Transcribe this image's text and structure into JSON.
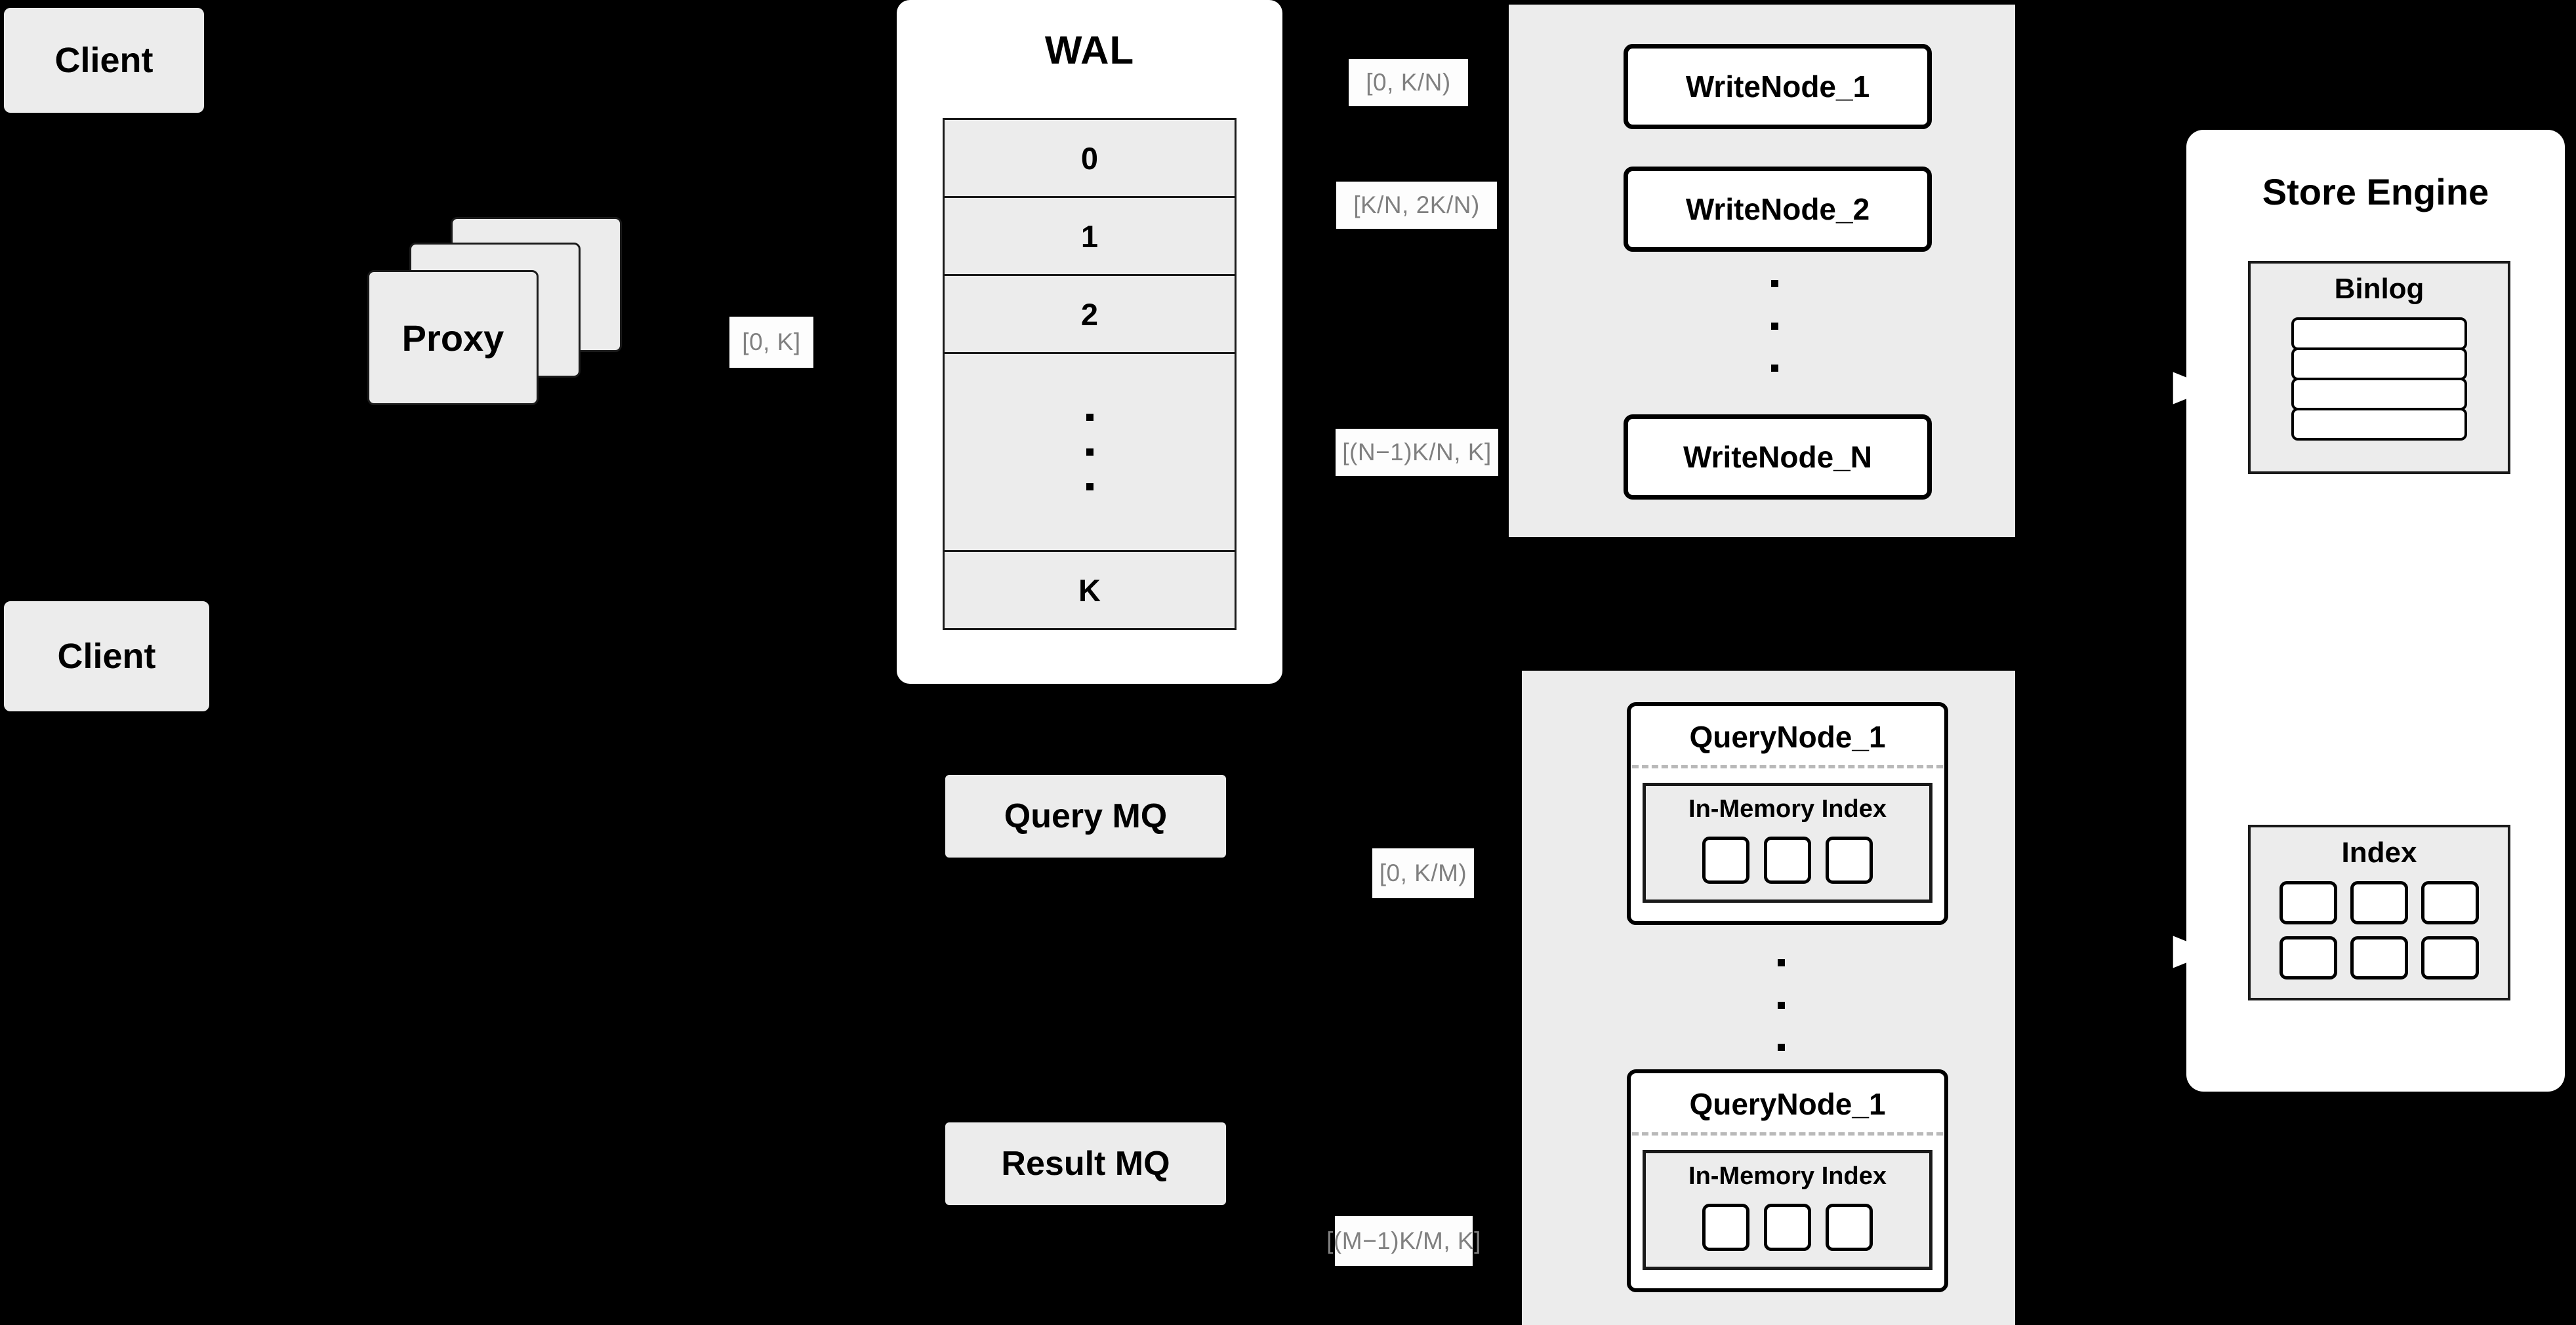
{
  "diagram": {
    "title": "Distributed Write/Query Architecture",
    "colors": {
      "background": "#000000",
      "panel_light": "#ececec",
      "panel_white": "#ffffff",
      "stroke": "#000000",
      "label_text": "#808080",
      "label_bg": "#fdfdfd",
      "dashed_divider": "#b9b9b9"
    }
  },
  "clients": [
    {
      "label": "Client"
    },
    {
      "label": "Client"
    }
  ],
  "proxy": {
    "label": "Proxy",
    "stack_count": 3
  },
  "wal": {
    "title": "WAL",
    "entries": [
      "0",
      "1",
      "2"
    ],
    "ellipsis_dots": 3,
    "last_entry": "K"
  },
  "queues": [
    {
      "label": "Query MQ"
    },
    {
      "label": "Result MQ"
    }
  ],
  "write_group": {
    "nodes": [
      {
        "label": "WriteNode_1"
      },
      {
        "label": "WriteNode_2"
      },
      {
        "label": "WriteNode_N"
      }
    ],
    "ellipsis_dots": 3
  },
  "query_group": {
    "nodes": [
      {
        "label": "QueryNode_1",
        "index": {
          "title": "In-Memory Index",
          "chip_count": 3
        }
      },
      {
        "label": "QueryNode_1",
        "index": {
          "title": "In-Memory Index",
          "chip_count": 3
        }
      }
    ],
    "ellipsis_dots": 3
  },
  "store_engine": {
    "title": "Store Engine",
    "binlog": {
      "title": "Binlog",
      "row_count": 4
    },
    "index": {
      "title": "Index",
      "chip_count": 6
    }
  },
  "edge_labels": {
    "proxy_to_wal": "[0, K]",
    "wal_to_write_1": "[0,  K/N)",
    "wal_to_write_2": "[K/N, 2K/N)",
    "wal_to_write_n": "[(N−1)K/N,  K]",
    "mq_to_query_1": "[0, K/M)",
    "mq_to_query_m": "[(M−1)K/M, K]"
  }
}
